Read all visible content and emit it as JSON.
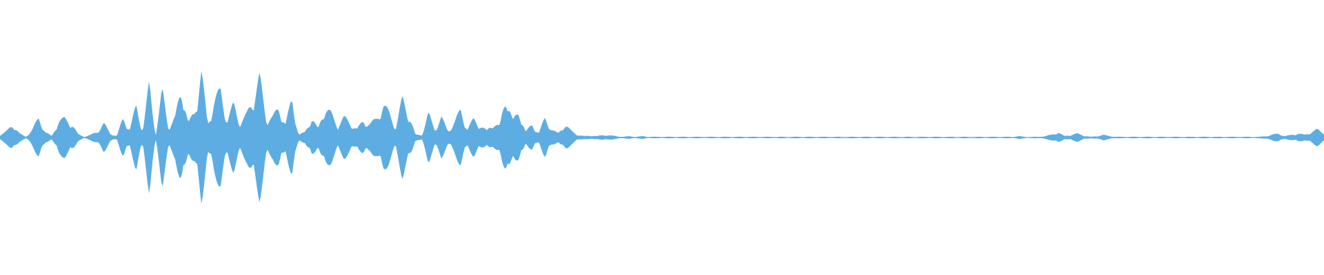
{
  "waveform": {
    "wave_color": "#5dade2",
    "background_color": "#ffffff",
    "center_line_color": "#5dade2",
    "amplitude_envelope": [
      0.04,
      0.09,
      0.2,
      0.06,
      0.01,
      0.12,
      0.3,
      0.08,
      0.02,
      0.25,
      0.28,
      0.22,
      0.05,
      0.01,
      0.04,
      0.09,
      0.21,
      0.06,
      0.02,
      0.3,
      0.12,
      0.48,
      0.1,
      0.8,
      0.04,
      0.7,
      0.15,
      0.3,
      0.78,
      0.2,
      0.4,
      1.0,
      0.2,
      0.55,
      0.7,
      0.25,
      0.5,
      0.22,
      0.34,
      0.6,
      0.9,
      0.3,
      0.3,
      0.45,
      0.2,
      0.58,
      0.04,
      0.08,
      0.3,
      0.12,
      0.46,
      0.36,
      0.18,
      0.3,
      0.22,
      0.12,
      0.26,
      0.2,
      0.28,
      0.5,
      0.36,
      0.16,
      0.58,
      0.35,
      0.04,
      0.04,
      0.36,
      0.12,
      0.3,
      0.1,
      0.22,
      0.42,
      0.12,
      0.28,
      0.18,
      0.1,
      0.22,
      0.16,
      0.66,
      0.24,
      0.4,
      0.08,
      0.2,
      0.06,
      0.3,
      0.12,
      0.06,
      0.2,
      0.1,
      0.04,
      0.02,
      0.03,
      0.02,
      0.04,
      0.03,
      0.02,
      0.01,
      0.02,
      0.01,
      0.02,
      0.01,
      0.01,
      0.01,
      0.01,
      0.01,
      0.01,
      0.01,
      0.01,
      0.01,
      0.01,
      0.01,
      0.01,
      0.01,
      0.01,
      0.01,
      0.01,
      0.01,
      0.01,
      0.01,
      0.01,
      0.01,
      0.01,
      0.01,
      0.01,
      0.01,
      0.01,
      0.01,
      0.01,
      0.01,
      0.01,
      0.01,
      0.01,
      0.01,
      0.01,
      0.01,
      0.01,
      0.01,
      0.01,
      0.01,
      0.01,
      0.01,
      0.01,
      0.01,
      0.01,
      0.01,
      0.01,
      0.01,
      0.01,
      0.01,
      0.01,
      0.01,
      0.01,
      0.01,
      0.01,
      0.01,
      0.01,
      0.01,
      0.02,
      0.01,
      0.01,
      0.01,
      0.02,
      0.04,
      0.08,
      0.02,
      0.04,
      0.06,
      0.03,
      0.01,
      0.02,
      0.04,
      0.02,
      0.01,
      0.01,
      0.01,
      0.01,
      0.01,
      0.01,
      0.01,
      0.01,
      0.01,
      0.01,
      0.01,
      0.01,
      0.01,
      0.01,
      0.01,
      0.01,
      0.01,
      0.01,
      0.01,
      0.01,
      0.01,
      0.01,
      0.01,
      0.02,
      0.04,
      0.06,
      0.02,
      0.04,
      0.06,
      0.04,
      0.08,
      0.12,
      0.07
    ]
  }
}
